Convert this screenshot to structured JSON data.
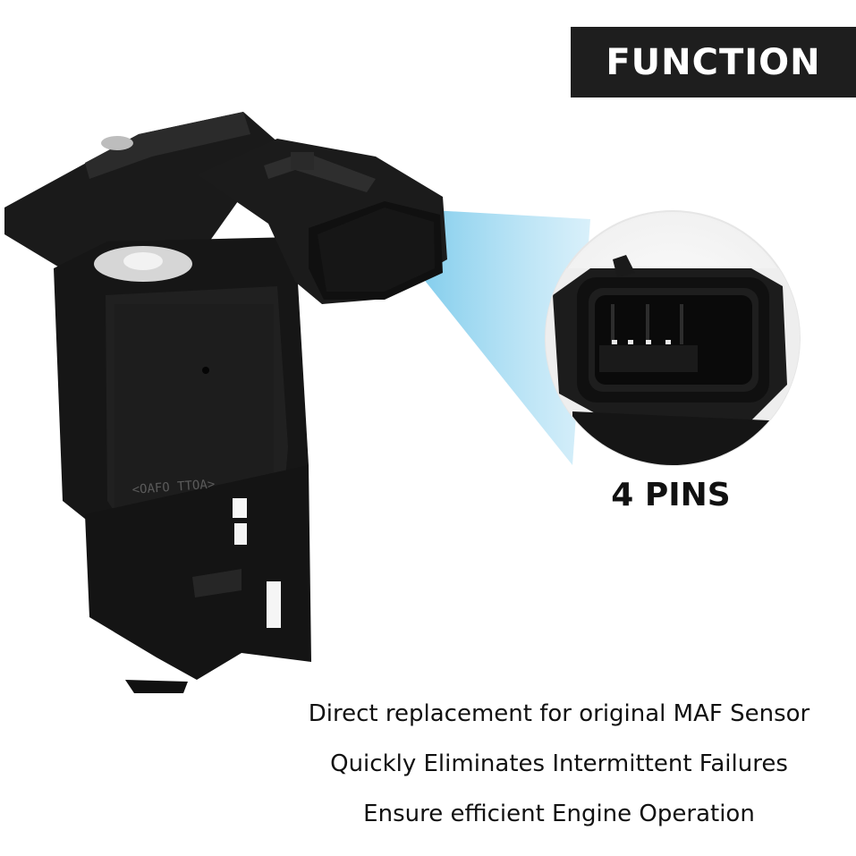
{
  "banner": {
    "title": "FUNCTION",
    "background_color": "#1e1e1e",
    "text_color": "#ffffff"
  },
  "product": {
    "part_marking": "<OAFO TTOA>",
    "connector_callout": "4 PINS",
    "highlight_color": "#8fd3ef"
  },
  "features": [
    "Direct replacement for original MAF Sensor",
    "Quickly Eliminates Intermittent Failures",
    "Ensure efficient Engine Operation"
  ]
}
